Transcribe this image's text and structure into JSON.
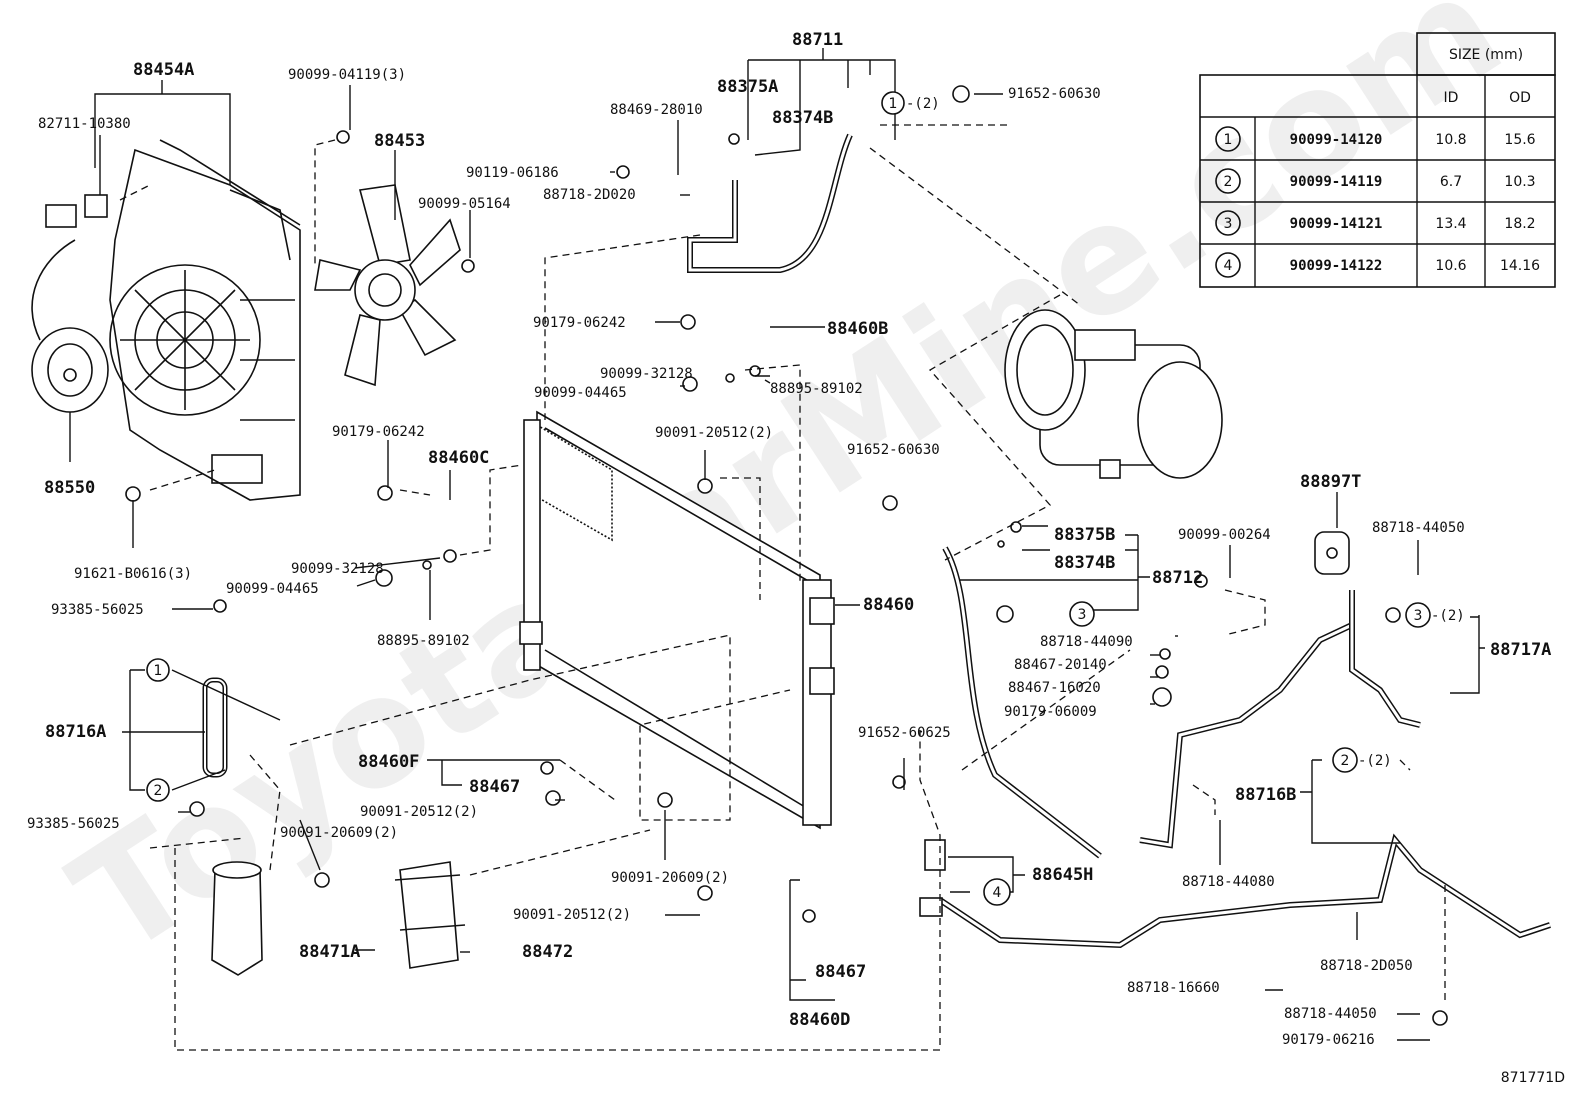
{
  "watermark": "ToyotaCarMine.com",
  "diagram_id": "871771D",
  "size_table": {
    "title": "SIZE (mm)",
    "headers": [
      "ID",
      "OD"
    ],
    "rows": [
      {
        "ref": "1",
        "part": "90099-14120",
        "id": "10.8",
        "od": "15.6"
      },
      {
        "ref": "2",
        "part": "90099-14119",
        "id": "6.7",
        "od": "10.3"
      },
      {
        "ref": "3",
        "part": "90099-14121",
        "id": "13.4",
        "od": "18.2"
      },
      {
        "ref": "4",
        "part": "90099-14122",
        "id": "10.6",
        "od": "14.16"
      }
    ]
  },
  "groups": {
    "g88711": "88711",
    "g88454A": "88454A",
    "g88716A": "88716A",
    "g88712": "88712",
    "g88717A": "88717A",
    "g88716B": "88716B",
    "g88645H": "88645H",
    "g88460F": "88460F",
    "g88460D": "88460D"
  },
  "labels": {
    "l82711": "82711-10380",
    "l88550": "88550",
    "l91621": "91621-B0616(3)",
    "l90099_04119": "90099-04119(3)",
    "l88453": "88453",
    "l90099_05164": "90099-05164",
    "l90179_06242a": "90179-06242",
    "l88460C": "88460C",
    "l90099_32128a": "90099-32128",
    "l90099_04465a": "90099-04465",
    "l88895a": "88895-89102",
    "l93385a": "93385-56025",
    "l93385b": "93385-56025",
    "l88375A": "88375A",
    "l88374B": "88374B",
    "l88469": "88469-28010",
    "l90119": "90119-06186",
    "l88718_2D020": "88718-2D020",
    "l91652_60630a": "91652-60630",
    "c1_2": "-(2)",
    "l90179_06242b": "90179-06242",
    "l88460B": "88460B",
    "l90099_32128b": "90099-32128",
    "l90099_04465b": "90099-04465",
    "l88895b": "88895-89102",
    "l90091_20512a": "90091-20512(2)",
    "l88460": "88460",
    "l91652_60630b": "91652-60630",
    "l88375B": "88375B",
    "l88374B2": "88374B",
    "l90099_00264": "90099-00264",
    "l88718_44090": "88718-44090",
    "l88467_20140": "88467-20140",
    "l88467_16020": "88467-16020",
    "l90179_06009": "90179-06009",
    "l91652_60625": "91652-60625",
    "l88897T": "88897T",
    "l88718_44050a": "88718-44050",
    "c3_2": "-(2)",
    "c2_2": "-(2)",
    "l88718_44080": "88718-44080",
    "l88718_2D050": "88718-2D050",
    "l88718_16660": "88718-16660",
    "l88718_44050b": "88718-44050",
    "l90179_06216": "90179-06216",
    "l88467a": "88467",
    "l90091_20512b": "90091-20512(2)",
    "l90091_20609a": "90091-20609(2)",
    "l88471A": "88471A",
    "l88472": "88472",
    "l90091_20609b": "90091-20609(2)",
    "l90091_20512c": "90091-20512(2)",
    "l88467b": "88467"
  },
  "callouts": [
    "1",
    "2",
    "3",
    "4"
  ]
}
